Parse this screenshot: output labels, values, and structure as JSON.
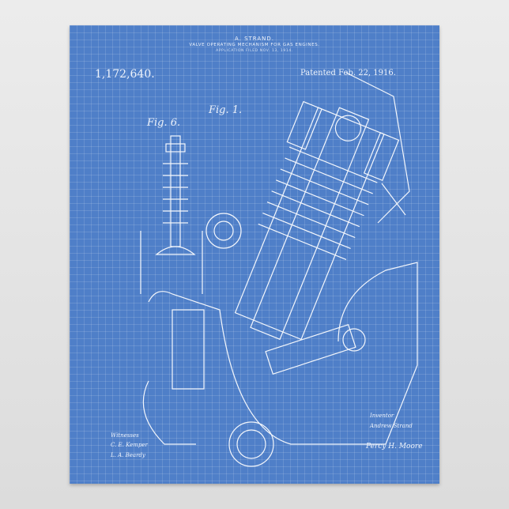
{
  "patent": {
    "author": "A. STRAND.",
    "title": "VALVE OPERATING MECHANISM FOR GAS ENGINES.",
    "filed": "APPLICATION FILED NOV. 13, 1914.",
    "number": "1,172,640.",
    "date": "Patented Feb. 22, 1916."
  },
  "figures": {
    "fig1": "Fig. 1.",
    "fig6": "Fig. 6."
  },
  "signatures": {
    "witnesses_label": "Witnesses",
    "witness1": "C. E. Kemper",
    "witness2": "L. A. Beardy",
    "inventor_label": "Inventor",
    "inventor": "Andrew Strand",
    "attorney": "Percy H. Moore"
  },
  "colors": {
    "poster": "#4f7fc8",
    "lines": "#ffffff",
    "background": "#e4e4e4"
  }
}
